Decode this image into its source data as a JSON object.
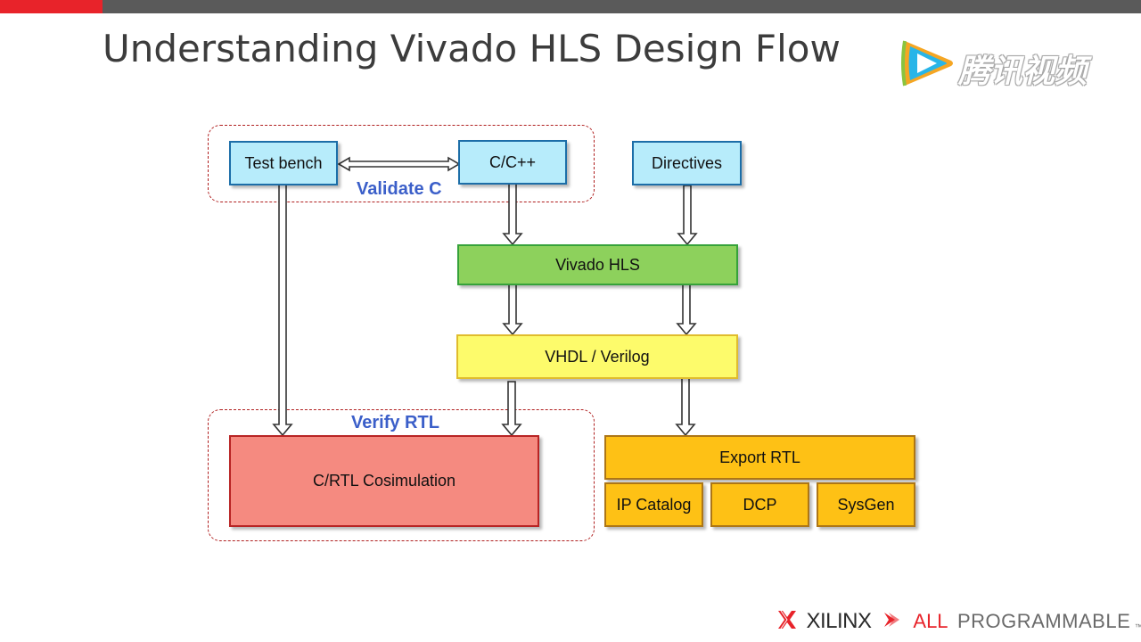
{
  "slide": {
    "title": "Understanding Vivado HLS Design Flow"
  },
  "watermark": {
    "text": "腾讯视频",
    "icon": "play-logo-icon"
  },
  "diagram": {
    "groups": {
      "validate_c": "Validate C",
      "verify_rtl": "Verify RTL"
    },
    "nodes": {
      "test_bench": "Test bench",
      "c_cpp": "C/C++",
      "directives": "Directives",
      "vivado_hls": "Vivado HLS",
      "vhdl_verilog": "VHDL / Verilog",
      "cosim": "C/RTL Cosimulation",
      "export_rtl": "Export RTL",
      "ip_catalog": "IP Catalog",
      "dcp": "DCP",
      "sysgen": "SysGen"
    },
    "colors": {
      "source": "#b7ecfb",
      "hls": "#8dd15c",
      "rtl": "#fdfb6b",
      "cosim": "#f58a80",
      "export": "#fec115",
      "group_label": "#3b5fc9",
      "accent": "#e8232a"
    }
  },
  "footer": {
    "brand": "XILINX",
    "tagline_red": "ALL",
    "tagline_grey": "PROGRAMMABLE",
    "tm": "™"
  }
}
